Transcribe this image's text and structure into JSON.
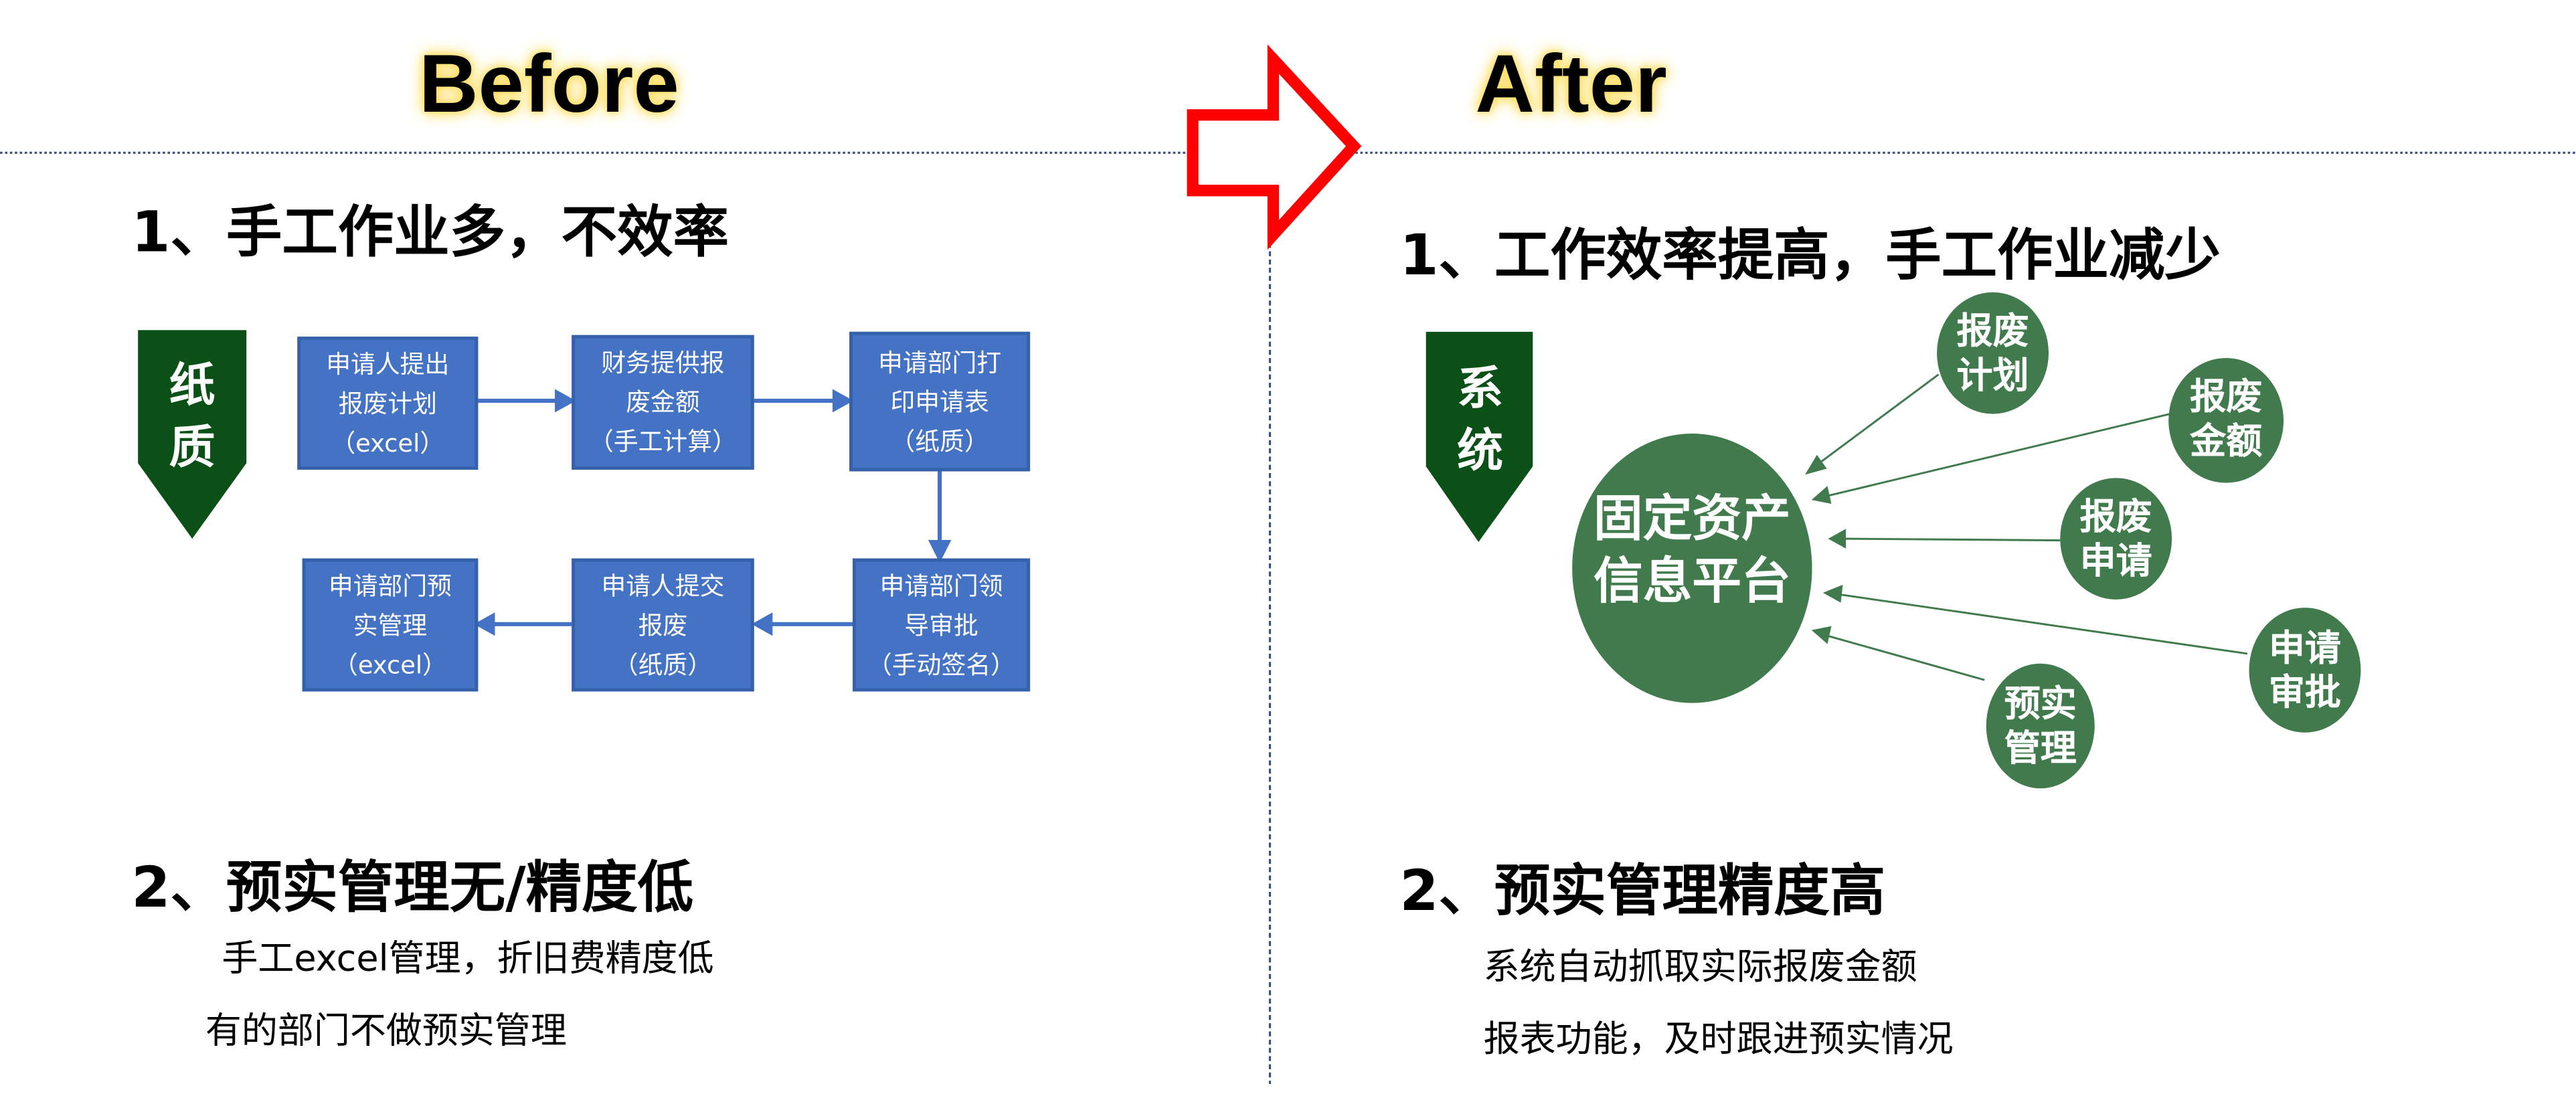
{
  "before": {
    "title": "Before",
    "point1": "1、手工作业多，不效率",
    "tag": [
      "纸",
      "质"
    ],
    "flow": [
      [
        "申请人提出",
        "报废计划",
        "（excel）"
      ],
      [
        "财务提供报",
        "废金额",
        "（手工计算）"
      ],
      [
        "申请部门打",
        "印申请表",
        "（纸质）"
      ],
      [
        "申请部门领",
        "导审批",
        "（手动签名）"
      ],
      [
        "申请人提交",
        "报废",
        "（纸质）"
      ],
      [
        "申请部门预",
        "实管理",
        "（excel）"
      ]
    ],
    "point2": "2、预实管理无/精度低",
    "lines": [
      "手工excel管理，折旧费精度低",
      "有的部门不做预实管理"
    ]
  },
  "after": {
    "title": "After",
    "point1": "1、工作效率提高，手工作业减少",
    "tag": [
      "系",
      "统"
    ],
    "hub": [
      "固定资产",
      "信息平台"
    ],
    "nodes": [
      [
        "报废",
        "计划"
      ],
      [
        "报废",
        "金额"
      ],
      [
        "报废",
        "申请"
      ],
      [
        "申请",
        "审批"
      ],
      [
        "预实",
        "管理"
      ]
    ],
    "point2": "2、预实管理精度高",
    "lines": [
      "系统自动抓取实际报废金额",
      "报表功能，及时跟进预实情况"
    ]
  },
  "colors": {
    "arrow": "#FF0000",
    "box": "#4472C4",
    "tag": "#0B5016",
    "circle": "#417A4C"
  }
}
